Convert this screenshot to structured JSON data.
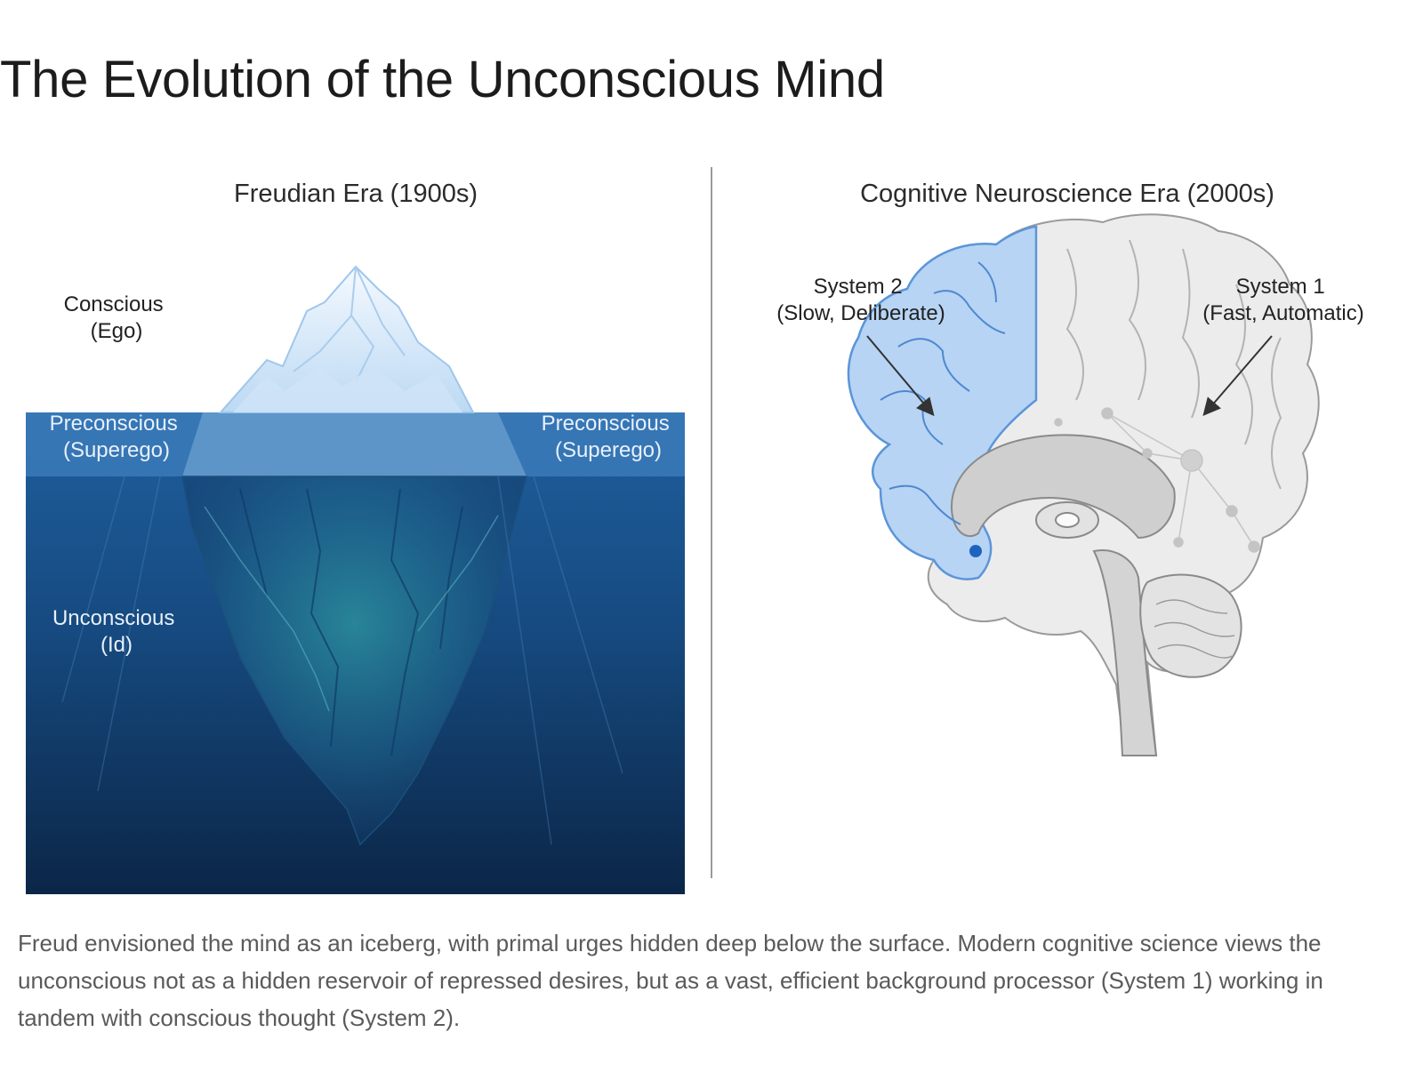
{
  "title": "The Evolution of the Unconscious Mind",
  "left_panel": {
    "title": "Freudian Era (1900s)",
    "conscious": {
      "line1": "Conscious",
      "line2": "(Ego)"
    },
    "preconscious_left": {
      "line1": "Preconscious",
      "line2": "(Superego)"
    },
    "preconscious_right": {
      "line1": "Preconscious",
      "line2": "(Superego)"
    },
    "unconscious": {
      "line1": "Unconscious",
      "line2": "(Id)"
    }
  },
  "right_panel": {
    "title": "Cognitive Neuroscience Era (2000s)",
    "system2": {
      "line1": "System 2",
      "line2": "(Slow, Deliberate)"
    },
    "system1": {
      "line1": "System 1",
      "line2": "(Fast, Automatic)"
    }
  },
  "caption": "Freud envisioned the mind as an iceberg, with primal urges hidden deep below the surface. Modern cognitive science views the unconscious not as a hidden reservoir of repressed desires, but as a vast, efficient background processor (System 1) working in tandem with conscious thought (System 2).",
  "colors": {
    "water_top": "#2a6aa8",
    "water_deep": "#0b2647",
    "ice": "#e6f1fb",
    "system2_blue": "#a9cdf5",
    "brain_gray": "#d9d9d9"
  }
}
